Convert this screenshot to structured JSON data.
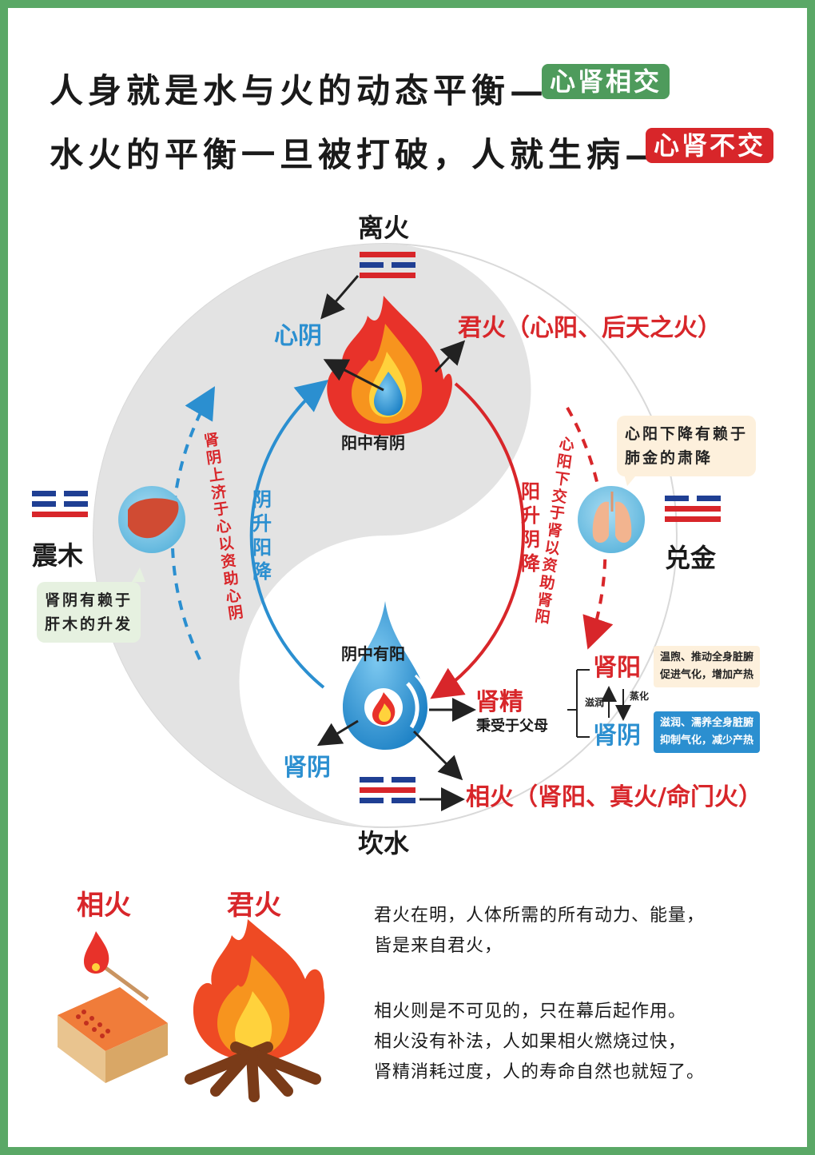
{
  "title": {
    "line1": "人身就是水与火的动态平衡—",
    "tag1": "心肾相交",
    "line2": "水火的平衡一旦被打破，人就生病—",
    "tag2": "心肾不交"
  },
  "colors": {
    "green": "#4e9b5c",
    "red": "#d8262a",
    "blue": "#2b8fd0",
    "flag_blue": "#1f3f93",
    "gray": "#e3e3e3"
  },
  "trigrams": {
    "li": {
      "name": "离火",
      "icon": "li-trigram-icon"
    },
    "kan": {
      "name": "坎水",
      "icon": "kan-trigram-icon"
    },
    "zhen": {
      "name": "震木",
      "icon": "zhen-trigram-icon"
    },
    "dui": {
      "name": "兑金",
      "icon": "dui-trigram-icon"
    }
  },
  "labels": {
    "xin_yin": "心阴",
    "jun_huo_full": "君火（心阳、后天之火）",
    "yang_zhong_you_yin": "阳中有阴",
    "yin_zhong_you_yang": "阴中有阳",
    "shen_yin_bottom": "肾阴",
    "shen_jing": "肾精",
    "bing_shou": "秉受于父母",
    "shen_yang": "肾阳",
    "shen_yin": "肾阴",
    "zi_run": "滋润",
    "zheng_hua": "蒸化",
    "xiang_huo_full": "相火（肾阳、真火/命门火）"
  },
  "vertical_texts": {
    "left_outer": "肾阴上济于心以资助心阴",
    "left_inner": "阴升阳降",
    "right_outer": "心阳下交于肾以资助肾阳",
    "right_inner": "阳升阴降"
  },
  "bubbles": {
    "lung": "心阳下降有赖于肺金的肃降",
    "lung_lines": [
      "心阳下降有赖于",
      "肺金的肃降"
    ],
    "liver_lines": [
      "肾阴有赖于",
      "肝木的升发"
    ]
  },
  "info_boxes": {
    "shen_yang_lines": [
      "温煦、推动全身脏腑",
      "促进气化，增加产热"
    ],
    "shen_yin_lines": [
      "滋润、濡养全身脏腑",
      "抑制气化，减少产热"
    ]
  },
  "bottom": {
    "xiang_huo_title": "相火",
    "jun_huo_title": "君火",
    "paragraph1": [
      "君火在明，人体所需的所有动力、能量，",
      "皆是来自君火，"
    ],
    "paragraph2": [
      "相火则是不可见的，只在幕后起作用。",
      "相火没有补法，人如果相火燃烧过快，",
      "肾精消耗过度，人的寿命自然也就短了。"
    ]
  }
}
